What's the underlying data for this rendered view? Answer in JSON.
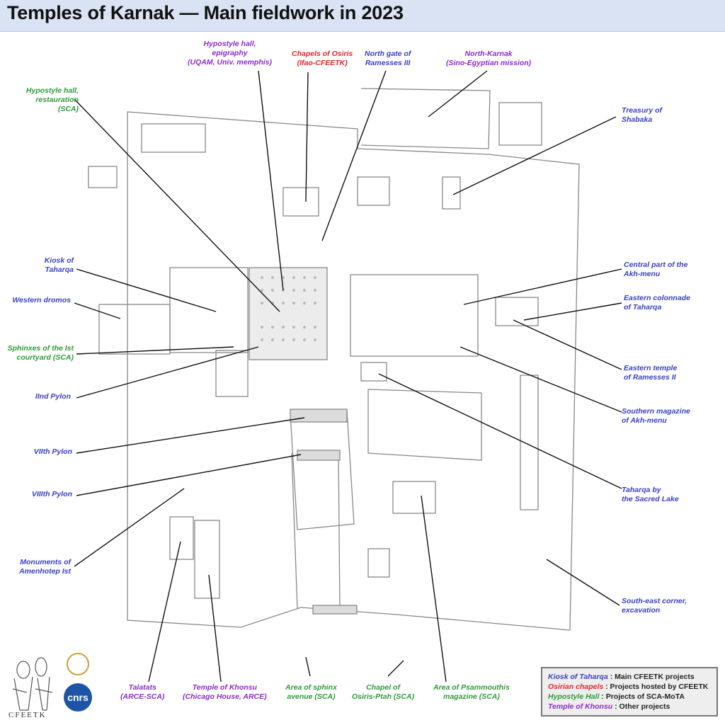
{
  "title": "Temples of Karnak — Main fieldwork in 2023",
  "colors": {
    "main_projects": "#3a3fc4",
    "osirian": "#e0262b",
    "hypostyle": "#2e9a37",
    "other": "#8a2bc9"
  },
  "labels": {
    "hypostyle_epigraphy": [
      "Hypostyle hall,",
      "epigraphy",
      "(UQAM, Univ. memphis)"
    ],
    "chapels_osiris": [
      "Chapels of Osiris",
      "(Ifao-CFEETK)"
    ],
    "north_gate": [
      "North gate of",
      "Ramesses III"
    ],
    "north_karnak": [
      "North-Karnak",
      "(Sino-Egyptian mission)"
    ],
    "hypostyle_restauration": [
      "Hypostyle hall,",
      "restauration",
      "(SCA)"
    ],
    "treasury_shabaka": [
      "Treasury of",
      "Shabaka"
    ],
    "kiosk_taharqa": [
      "Kiosk of",
      "Taharqa"
    ],
    "western_dromos": [
      "Western dromos"
    ],
    "sphinxes_first_courtyard": [
      "Sphinxes of the Ist",
      "courtyard (SCA)"
    ],
    "second_pylon": [
      "IInd Pylon"
    ],
    "seventh_pylon": [
      "VIIth Pylon"
    ],
    "eighth_pylon": [
      "VIIIth Pylon"
    ],
    "monuments_amenhotep": [
      "Monuments of",
      "Amenhotep Ist"
    ],
    "central_akh_menu": [
      "Central part of the",
      "Akh-menu"
    ],
    "eastern_colonnade": [
      "Eastern colonnade",
      "of Taharqa"
    ],
    "eastern_temple_ramesses": [
      "Eastern temple",
      "of Ramesses II"
    ],
    "southern_magazine": [
      "Southern magazine",
      "of Akh-menu"
    ],
    "taharqa_lake": [
      "Taharqa by",
      "the Sacred Lake"
    ],
    "south_east_corner": [
      "South-east corner,",
      "excavation"
    ],
    "talatats": [
      "Talatats",
      "(ARCE-SCA)"
    ],
    "temple_khonsu": [
      "Temple of Khonsu",
      "(Chicago House, ARCE)"
    ],
    "sphinx_avenue": [
      "Area of sphinx",
      "avenue (SCA)"
    ],
    "chapel_osiris_ptah": [
      "Chapel of",
      "Osiris-Ptah (SCA)"
    ],
    "psammouthis": [
      "Area of Psammouthis",
      "magazine (SCA)"
    ]
  },
  "legend": [
    {
      "key": "Kiosk of Taharqa",
      "text": " : Main CFEETK projects",
      "color": "#3a3fc4"
    },
    {
      "key": "Osirian chapels",
      "text": " : Projects hosted by CFEETK",
      "color": "#e0262b"
    },
    {
      "key": "Hypostyle Hall",
      "text": " : Projects of SCA-MoTA",
      "color": "#2e9a37"
    },
    {
      "key": "Temple of Khonsu",
      "text": " : Other projects",
      "color": "#8a2bc9"
    }
  ],
  "logos": {
    "cfeetk_text": "CFEETK",
    "cnrs_text": "cnrs"
  }
}
